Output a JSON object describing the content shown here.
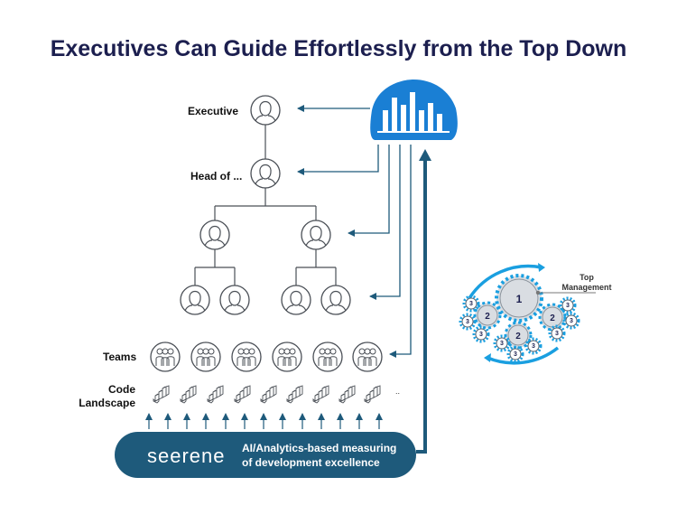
{
  "title": "Executives Can Guide Effortlessly from the Top Down",
  "labels": {
    "executive": "Executive",
    "head_of": "Head of ...",
    "teams": "Teams",
    "code_landscape_line1": "Code",
    "code_landscape_line2": "Landscape"
  },
  "code_more": "..",
  "brand": {
    "name": "seerene",
    "tagline_line1": "AI/Analytics-based measuring",
    "tagline_line2": "of development excellence",
    "color": "#1e5a7b",
    "accent": "#1a7fd4"
  },
  "gears": {
    "top_management_line1": "Top",
    "top_management_line2": "Management",
    "level1": "1",
    "level2": "2",
    "level3": "3"
  },
  "icons": [
    "person-icon",
    "team-icon",
    "code-blocks-icon",
    "dashboard-bars-icon",
    "seerene-logo-icon",
    "gear-icon"
  ]
}
